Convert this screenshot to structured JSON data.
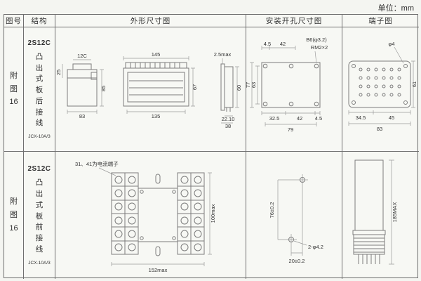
{
  "unit_label": "单位：mm",
  "header": {
    "fig": "图号",
    "structure": "结构",
    "outline": "外形尺寸图",
    "mounting": "安装开孔尺寸图",
    "terminal": "端子图"
  },
  "rows": [
    {
      "fig_no": "附图16",
      "structure": {
        "model": "2S12C",
        "mount": "凸出式板后接线",
        "relay_type": "JCX-10A/3"
      },
      "outline": {
        "dim_12c": "12C",
        "dim_25": "25",
        "dim_83": "83",
        "dim_85": "85",
        "dim_145": "145",
        "dim_135": "135",
        "dim_67": "67",
        "dim_2_5max": "2.5max",
        "dim_60": "60",
        "dim_22_10": "22.10",
        "dim_38": "38"
      },
      "mounting": {
        "dim_4_5_top": "4.5",
        "dim_42_top": "42",
        "label_holes": "B6(φ3.2)",
        "label_thread": "RM2×2",
        "dim_77": "77",
        "dim_63": "63",
        "dim_32_5": "32.5",
        "dim_42_bottom": "42",
        "dim_4_5_bottom": "4.5",
        "dim_79": "79"
      },
      "terminal": {
        "label_hole": "φ4",
        "dim_61": "61",
        "dim_34_5": "34.5",
        "dim_45": "45",
        "dim_83": "83"
      }
    },
    {
      "fig_no": "附图16",
      "structure": {
        "model": "2S12C",
        "mount": "凸出式板前接线",
        "relay_type": "JCX-10A/3"
      },
      "outline": {
        "note": "31、41为电流端子",
        "dim_100max": "100max",
        "dim_152max": "152max"
      },
      "mounting": {
        "dim_76": "76±0.2",
        "label_holes": "2-φ4.2",
        "dim_20": "20±0.2"
      },
      "terminal": {
        "dim_185max": "185MAX"
      }
    }
  ]
}
